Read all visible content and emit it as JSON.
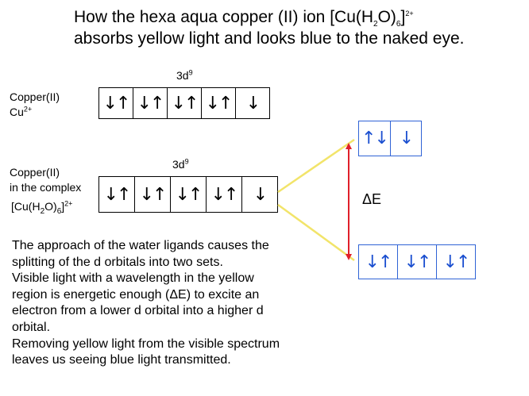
{
  "title": {
    "line1_prefix": "How the hexa aqua copper (II) ion [Cu(H",
    "line1_sub1": "2",
    "line1_mid": "O)",
    "line1_sub2": "6",
    "line1_close": "]",
    "line1_sup": "2+",
    "line2": "absorbs yellow light and looks blue to the naked eye."
  },
  "free_ion": {
    "config_base": "3d",
    "config_sup": "9",
    "label_line1": "Copper(II)",
    "label_line2_base": "Cu",
    "label_line2_sup": "2+",
    "orbitals": [
      "↓↑",
      "↓↑",
      "↓↑",
      "↓↑",
      "↓"
    ]
  },
  "complex": {
    "config_base": "3d",
    "config_sup": "9",
    "label_line1": "Copper(II)",
    "label_line2": "in the complex",
    "formula_prefix": "[Cu(H",
    "formula_sub1": "2",
    "formula_mid": "O)",
    "formula_sub2": "6",
    "formula_close": "]",
    "formula_sup": "2+",
    "orbitals": [
      "↓↑",
      "↓↑",
      "↓↑",
      "↓↑",
      "↓"
    ]
  },
  "split": {
    "upper_orbitals": [
      "↑↓",
      "↓"
    ],
    "lower_orbitals": [
      "↓↑",
      "↓↑",
      "↓↑"
    ],
    "gap_label": "ΔE"
  },
  "explanation": [
    "The approach of the water ligands causes the",
    "splitting of the d orbitals into two sets.",
    "Visible light with a wavelength in the yellow",
    "region is energetic enough (ΔE) to excite an",
    "electron from a lower d orbital into a higher d",
    "orbital.",
    "Removing yellow light from the visible spectrum",
    "leaves us seeing blue light transmitted."
  ],
  "colors": {
    "split_lines": "#f2e46a",
    "energy_arrow": "#e0202a",
    "split_boxes": "#2f63d6"
  }
}
